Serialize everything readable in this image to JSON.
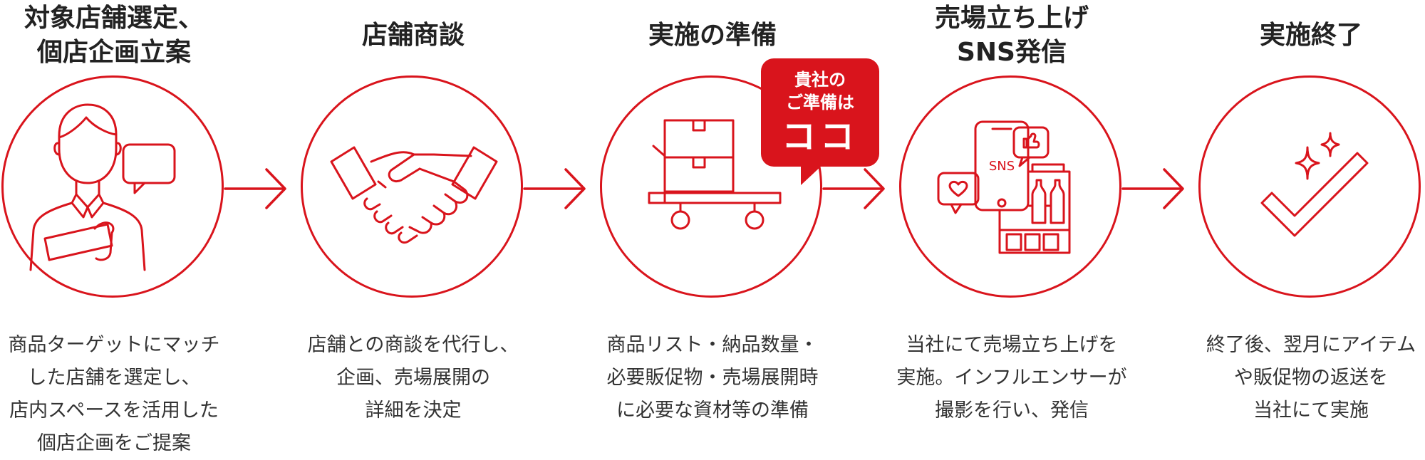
{
  "accent_color": "#d9141c",
  "steps": [
    {
      "title_lines": [
        "対象店舗選定、",
        "個店企画立案"
      ],
      "icon": "staff-person-speech-icon",
      "desc_lines": [
        "商品ターゲットにマッチ",
        "した店舗を選定し、",
        "店内スペースを活用した",
        "個店企画をご提案"
      ]
    },
    {
      "title_lines": [
        "店舗商談"
      ],
      "icon": "handshake-icon",
      "desc_lines": [
        "店舗との商談を代行し、",
        "企画、売場展開の",
        "詳細を決定"
      ]
    },
    {
      "title_lines": [
        "実施の準備"
      ],
      "icon": "boxes-cart-icon",
      "desc_lines": [
        "商品リスト・納品数量・",
        "必要販促物・売場展開時",
        "に必要な資材等の準備"
      ]
    },
    {
      "title_lines": [
        "売場立ち上げ",
        "SNS発信"
      ],
      "icon": "smartphone-sns-shelf-icon",
      "desc_lines": [
        "当社にて売場立ち上げを",
        "実施。インフルエンサーが",
        "撮影を行い、発信"
      ]
    },
    {
      "title_lines": [
        "実施終了"
      ],
      "icon": "checkmark-sparkle-icon",
      "desc_lines": [
        "終了後、翌月にアイテム",
        "や販促物の返送を",
        "当社にて実施"
      ]
    }
  ],
  "callout": {
    "line1": "貴社の",
    "line2": "ご準備は",
    "line3": "ココ"
  }
}
